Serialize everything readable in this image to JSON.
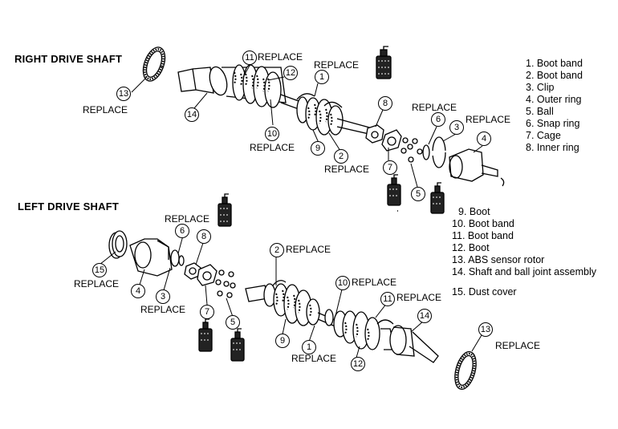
{
  "headings": {
    "right": "RIGHT DRIVE SHAFT",
    "left": "LEFT DRIVE SHAFT"
  },
  "replace_label": "REPLACE",
  "legend_top": [
    "1. Boot band",
    "2. Boot band",
    "3. Clip",
    "4. Outer ring",
    "5. Ball",
    "6. Snap ring",
    "7. Cage",
    "8. Inner ring"
  ],
  "legend_bottom": [
    "9. Boot",
    "10. Boot band",
    "11. Boot band",
    "12. Boot",
    "13. ABS sensor rotor",
    "14. Shaft and ball joint assembly"
  ],
  "legend_extra": [
    "15. Dust cover"
  ],
  "right_callouts": [
    "13",
    "11",
    "12",
    "1",
    "14",
    "10",
    "9",
    "2",
    "8",
    "7",
    "6",
    "3",
    "4",
    "5"
  ],
  "left_callouts": [
    "6",
    "8",
    "15",
    "4",
    "3",
    "7",
    "5",
    "2",
    "10",
    "11",
    "14",
    "9",
    "1",
    "12",
    "13"
  ]
}
